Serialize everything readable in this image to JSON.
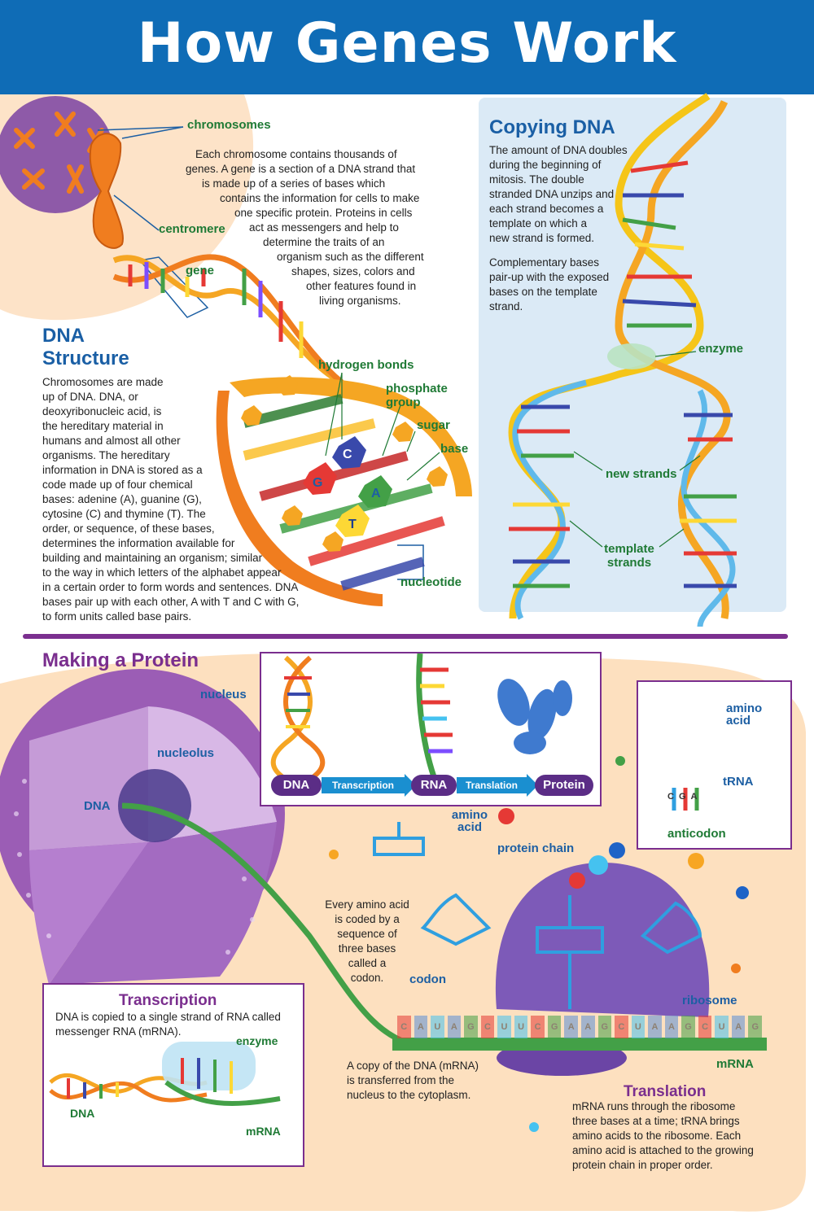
{
  "title": "How Genes Work",
  "colors": {
    "banner": "#0f6cb6",
    "accent_purple": "#7a2e8e",
    "heading_blue": "#1a5fa5",
    "label_green": "#1f7a35"
  },
  "intro": {
    "text_lines": [
      "Each chromosome contains thousands of",
      "genes.  A gene is a section of a DNA strand that",
      "is made up of a series of bases which",
      "contains the information for cells to make",
      "one specific protein.  Proteins in cells",
      "act as messengers and help to",
      "determine the traits of an",
      "organism such as the different",
      "shapes, sizes, colors and",
      "other features found in",
      "living organisms."
    ]
  },
  "labels_top": {
    "chromosomes": "chromosomes",
    "centromere": "centromere",
    "gene": "gene",
    "hydrogen_bonds": "hydrogen bonds",
    "phosphate_group": "phosphate group",
    "sugar": "sugar",
    "base": "base",
    "nucleotide": "nucleotide",
    "base_letters": [
      "G",
      "C",
      "A",
      "T"
    ]
  },
  "dna_structure": {
    "heading_line1": "DNA",
    "heading_line2": "Structure",
    "text_lines": [
      "Chromosomes are made",
      "up of DNA.  DNA, or",
      "deoxyribonucleic acid, is",
      "the hereditary material in",
      "humans and almost all other",
      "organisms. The hereditary",
      "information in DNA is stored as a",
      "code made up of four chemical",
      "bases: adenine (A), guanine (G),",
      "cytosine (C) and thymine (T). The",
      "order, or sequence, of these bases,",
      "determines the information available for",
      "building and maintaining an organism; similar",
      "to the way in which letters of the alphabet appear",
      "in a certain order to form words and sentences.  DNA",
      "bases pair up with each other, A with T and C with G,",
      "to form units called base pairs."
    ]
  },
  "copying_dna": {
    "heading": "Copying DNA",
    "para1_lines": [
      "The amount of DNA doubles",
      "during the beginning of",
      "mitosis.  The double",
      "stranded DNA unzips and",
      "each strand becomes a",
      "template on which a",
      "new strand is formed."
    ],
    "para2_lines": [
      "Complementary bases",
      "pair-up with the exposed",
      "bases on the template",
      "strand."
    ],
    "labels": {
      "enzyme": "enzyme",
      "new_strands": "new strands",
      "template_line1": "template",
      "template_line2": "strands"
    }
  },
  "making_protein": {
    "heading": "Making a Protein",
    "flow": {
      "dna": "DNA",
      "transcription": "Transcription",
      "rna": "RNA",
      "translation": "Translation",
      "protein": "Protein"
    },
    "labels": {
      "nucleus": "nucleus",
      "nucleolus": "nucleolus",
      "dna": "DNA",
      "amino_acid_line1": "amino",
      "amino_acid_line2": "acid",
      "protein_chain": "protein chain",
      "codon": "codon",
      "ribosome": "ribosome",
      "mrna": "mRNA",
      "trna": "tRNA",
      "anticodon": "anticodon",
      "box_amino_line1": "amino",
      "box_amino_line2": "acid"
    },
    "codon_text_lines": [
      "Every amino acid",
      "is coded by a",
      "sequence of",
      "three bases",
      "called a",
      "codon."
    ],
    "mrna_text_lines": [
      "A copy of the DNA (mRNA)",
      "is transferred from the",
      "nucleus to the cytoplasm."
    ],
    "mrna_bases": [
      "C",
      "A",
      "U",
      "A",
      "G",
      "C",
      "U",
      "U",
      "C",
      "G",
      "A",
      "A",
      "G",
      "C",
      "U",
      "A",
      "A",
      "G",
      "C",
      "U",
      "A",
      "G"
    ],
    "anticodon_bases": [
      "C",
      "G",
      "A"
    ],
    "transcription": {
      "heading": "Transcription",
      "text_lines": [
        "DNA is copied to a single strand of RNA called",
        "messenger RNA (mRNA)."
      ],
      "labels": {
        "enzyme": "enzyme",
        "dna": "DNA",
        "mrna": "mRNA"
      }
    },
    "translation": {
      "heading": "Translation",
      "text_lines": [
        "mRNA runs through the ribosome",
        "three bases at a time;  tRNA brings",
        "amino acids to the ribosome.  Each",
        "amino acid is attached to the growing",
        "protein chain in proper order."
      ]
    }
  }
}
